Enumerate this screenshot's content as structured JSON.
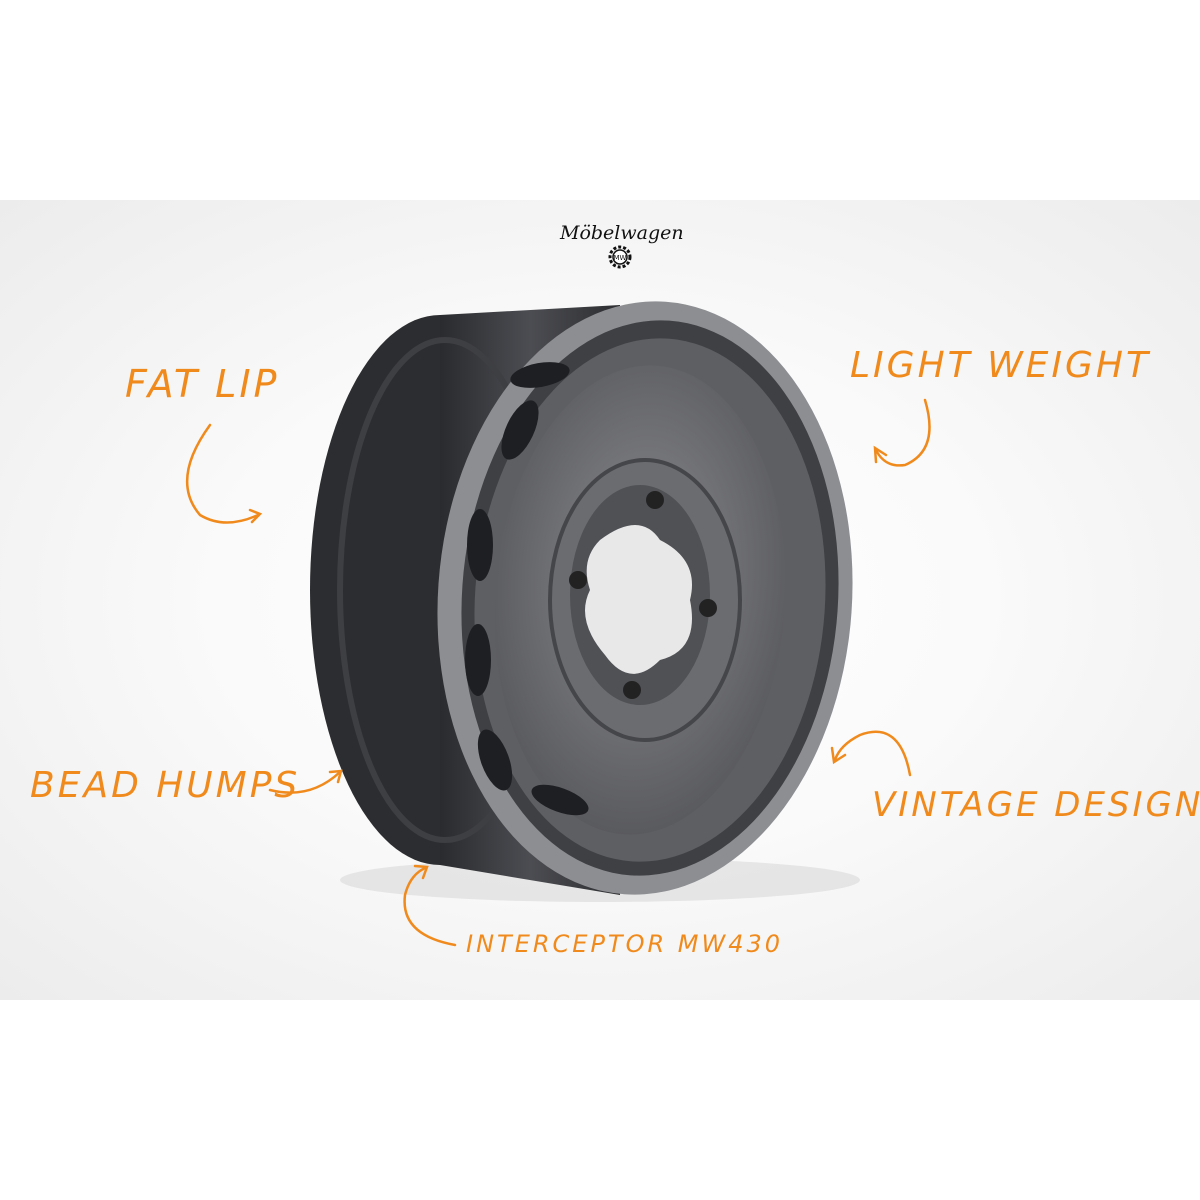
{
  "brand": {
    "logo_text": "Möbelwagen",
    "badge_text": "MW"
  },
  "annotations": {
    "fat_lip": "Fat Lip",
    "light_weight": "Light Weight",
    "bead_humps": "Bead Humps",
    "vintage_design": "Vintage Design",
    "model": "Interceptor MW430"
  },
  "colors": {
    "annotation": "#f08a1c",
    "wheel": "#4a4b4f",
    "background": "#ffffff"
  }
}
